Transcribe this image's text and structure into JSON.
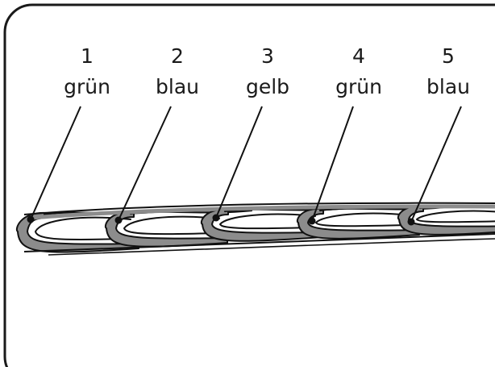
{
  "colors": {
    "frame": "#1a1a1a",
    "clip_fill": "#8c8c8c",
    "clip_outline": "#111111",
    "leader": "#111111",
    "background": "#ffffff"
  },
  "clips": [
    {
      "number": "1",
      "color": "grün"
    },
    {
      "number": "2",
      "color": "blau"
    },
    {
      "number": "3",
      "color": "gelb"
    },
    {
      "number": "4",
      "color": "grün"
    },
    {
      "number": "5",
      "color": "blau"
    }
  ]
}
